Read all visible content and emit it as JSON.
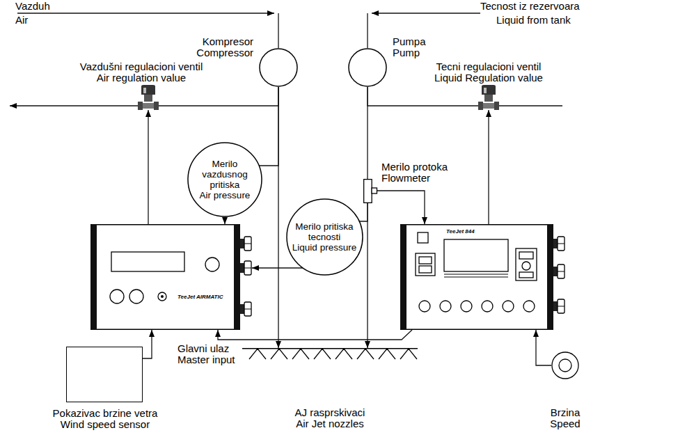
{
  "diagram": {
    "nodes": [
      {
        "text": [
          "Kompresor",
          "Compressor"
        ]
      },
      {
        "text": [
          "Pumpa",
          "Pump"
        ]
      },
      {
        "text": [
          "Vazdušni regulacioni ventil",
          "Air regulation value"
        ]
      },
      {
        "text": [
          "Tecni regulacioni ventil",
          "Liquid Regulation value"
        ]
      },
      {
        "text": [
          "Merilo vazdusnog pritiska",
          "Air pressure"
        ]
      },
      {
        "text": [
          "Merilo protoka",
          "Flowmeter"
        ]
      },
      {
        "text": [
          "Merilo pritiska tecnosti",
          "Liquid pressure"
        ]
      },
      {
        "text": [
          "TeeJet AIRMATIC"
        ]
      },
      {
        "text": [
          "TeeJet 844"
        ]
      },
      {
        "text": [
          "Pokazivac brzine vetra",
          "Wind speed sensor"
        ]
      },
      {
        "text": [
          "AJ rasprskivaci",
          "Air Jet nozzles"
        ]
      },
      {
        "text": [
          "Brzina",
          "Speed"
        ]
      }
    ],
    "edges": [
      {
        "from": 0,
        "to": 2,
        "arrow": "none"
      },
      {
        "from": 0,
        "to": 4,
        "arrow": "none"
      },
      {
        "from": 0,
        "to": 10,
        "arrow": "to"
      },
      {
        "from": 1,
        "to": 3,
        "arrow": "none"
      },
      {
        "from": 1,
        "to": 5,
        "arrow": "none"
      },
      {
        "from": 5,
        "to": 10,
        "arrow": "to"
      },
      {
        "from": 5,
        "to": 6,
        "arrow": "none"
      },
      {
        "from": 5,
        "to": 8,
        "arrow": "to"
      },
      {
        "from": 4,
        "to": 7,
        "arrow": "to"
      },
      {
        "from": 6,
        "to": 7,
        "arrow": "to"
      },
      {
        "from": 7,
        "to": 2,
        "arrow": "to"
      },
      {
        "from": 8,
        "to": 3,
        "arrow": "to"
      },
      {
        "from": 9,
        "to": 7,
        "arrow": "to"
      },
      {
        "from": 11,
        "to": 8,
        "arrow": "to"
      },
      {
        "from": 8,
        "to": 7,
        "label": "Glavni ulaz Master input",
        "arrow": "to"
      }
    ],
    "labels": [
      "Vazduh",
      "Air",
      "Tecnost iz rezervoara",
      "Liquid from tank"
    ]
  }
}
